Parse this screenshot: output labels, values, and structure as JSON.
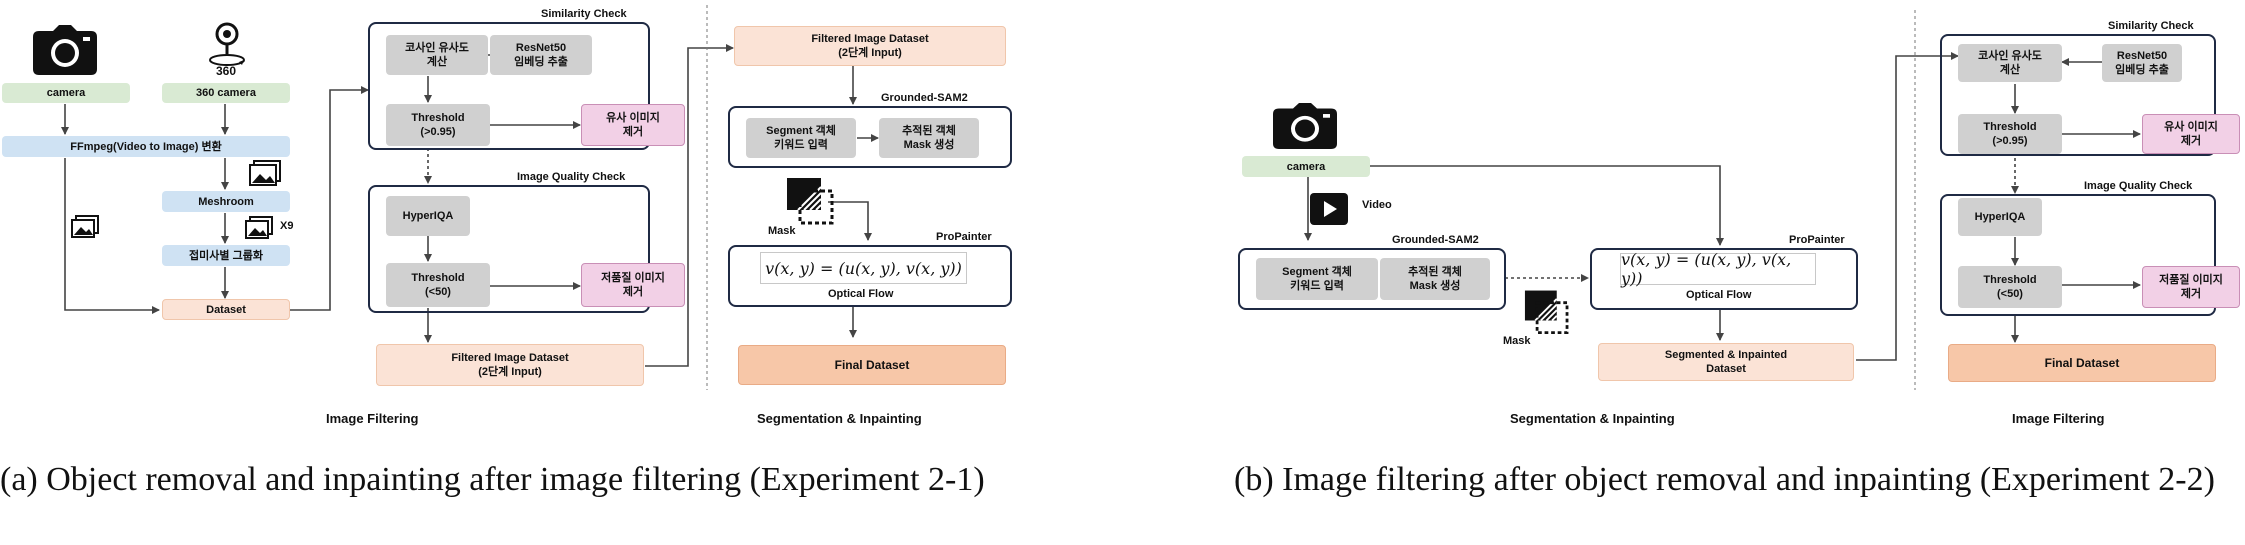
{
  "panel_a": {
    "camera_label": "camera",
    "camera360_label": "360 camera",
    "camera360_badge": "360",
    "ffmpeg_label": "FFmpeg(Video to Image) 변환",
    "meshroom_label": "Meshroom",
    "x9_label": "X9",
    "grouping_label": "접미사별 그룹화",
    "dataset_label": "Dataset",
    "similarity_title": "Similarity Check",
    "cosine_label": "코사인 유사도\n계산",
    "resnet_label": "ResNet50\n임베딩 추출",
    "thr_sim_label": "Threshold\n(>0.95)",
    "remove_sim_label": "유사 이미지\n제거",
    "quality_title": "Image Quality Check",
    "hyperiqa_label": "HyperIQA",
    "thr_q_label": "Threshold\n(<50)",
    "remove_q_label": "저품질 이미지\n제거",
    "filtered_bottom_label": "Filtered Image Dataset\n(2단계 Input)",
    "filtered_top_label": "Filtered Image Dataset\n(2단계 Input)",
    "grounded_title": "Grounded-SAM2",
    "segment_label": "Segment 객체\n키워드 입력",
    "mask_gen_label": "추적된 객체\nMask 생성",
    "mask_label": "Mask",
    "propainter_title": "ProPainter",
    "formula": "v(x, y) = (u(x, y), v(x, y))",
    "optical_flow_label": "Optical Flow",
    "final_label": "Final Dataset",
    "section_left": "Image Filtering",
    "section_right": "Segmentation & Inpainting",
    "caption": "(a) Object removal and inpainting after image filtering (Experiment 2-1)"
  },
  "panel_b": {
    "camera_label": "camera",
    "video_label": "Video",
    "grounded_title": "Grounded-SAM2",
    "segment_label": "Segment 객체\n키워드 입력",
    "mask_gen_label": "추적된 객체\nMask 생성",
    "mask_label": "Mask",
    "propainter_title": "ProPainter",
    "formula": "v(x, y) = (u(x, y), v(x, y))",
    "optical_flow_label": "Optical Flow",
    "seg_dataset_label": "Segmented & Inpainted\nDataset",
    "similarity_title": "Similarity Check",
    "cosine_label": "코사인 유사도\n계산",
    "resnet_label": "ResNet50\n임베딩 추출",
    "thr_sim_label": "Threshold\n(>0.95)",
    "remove_sim_label": "유사 이미지\n제거",
    "quality_title": "Image Quality Check",
    "hyperiqa_label": "HyperIQA",
    "thr_q_label": "Threshold\n(<50)",
    "remove_q_label": "저품질 이미지\n제거",
    "final_label": "Final Dataset",
    "section_left": "Segmentation & Inpainting",
    "section_right": "Image Filtering",
    "caption": "(b) Image filtering after object removal and inpainting (Experiment 2-2)"
  },
  "colors": {
    "green": "#d9ead3",
    "blue": "#cfe2f3",
    "gray": "#d0d0d0",
    "pink": "#f2d0e6",
    "peach": "#fbe3d6",
    "salmon": "#f7c7a8",
    "container_border": "#1f2a44",
    "arrow": "#444444"
  },
  "icons": [
    "camera-icon",
    "360-camera-icon",
    "image-stack-icon",
    "mask-icon",
    "video-play-icon"
  ]
}
